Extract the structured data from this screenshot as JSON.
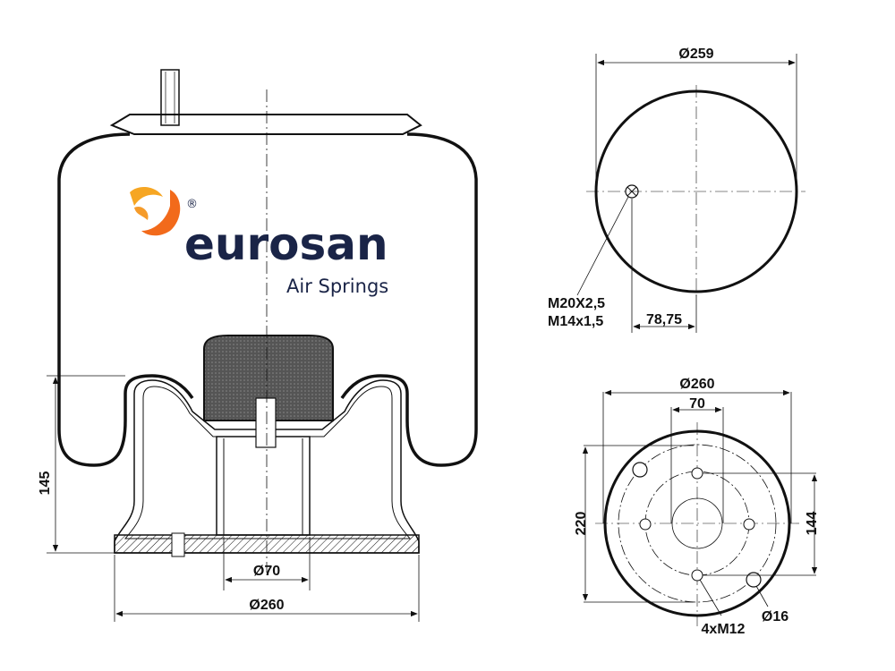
{
  "logo": {
    "brand": "eurosan",
    "tagline": "Air Springs",
    "registered": "®"
  },
  "side_view": {
    "height": "145",
    "inner_diameter": "Ø70",
    "outer_diameter": "Ø260"
  },
  "top_view": {
    "diameter": "Ø259",
    "thread_1": "M20X2,5",
    "thread_2": "M14x1,5",
    "offset": "78,75"
  },
  "bottom_view": {
    "diameter": "Ø260",
    "center_width": "70",
    "hole_spacing_v": "220",
    "bolt_spacing": "144",
    "bolt_thread": "4xM12",
    "hole_diameter": "Ø16"
  },
  "colors": {
    "brand_navy": "#1a2447",
    "logo_orange": "#f26a1b",
    "logo_yellow": "#f6a623",
    "line": "#111111"
  }
}
